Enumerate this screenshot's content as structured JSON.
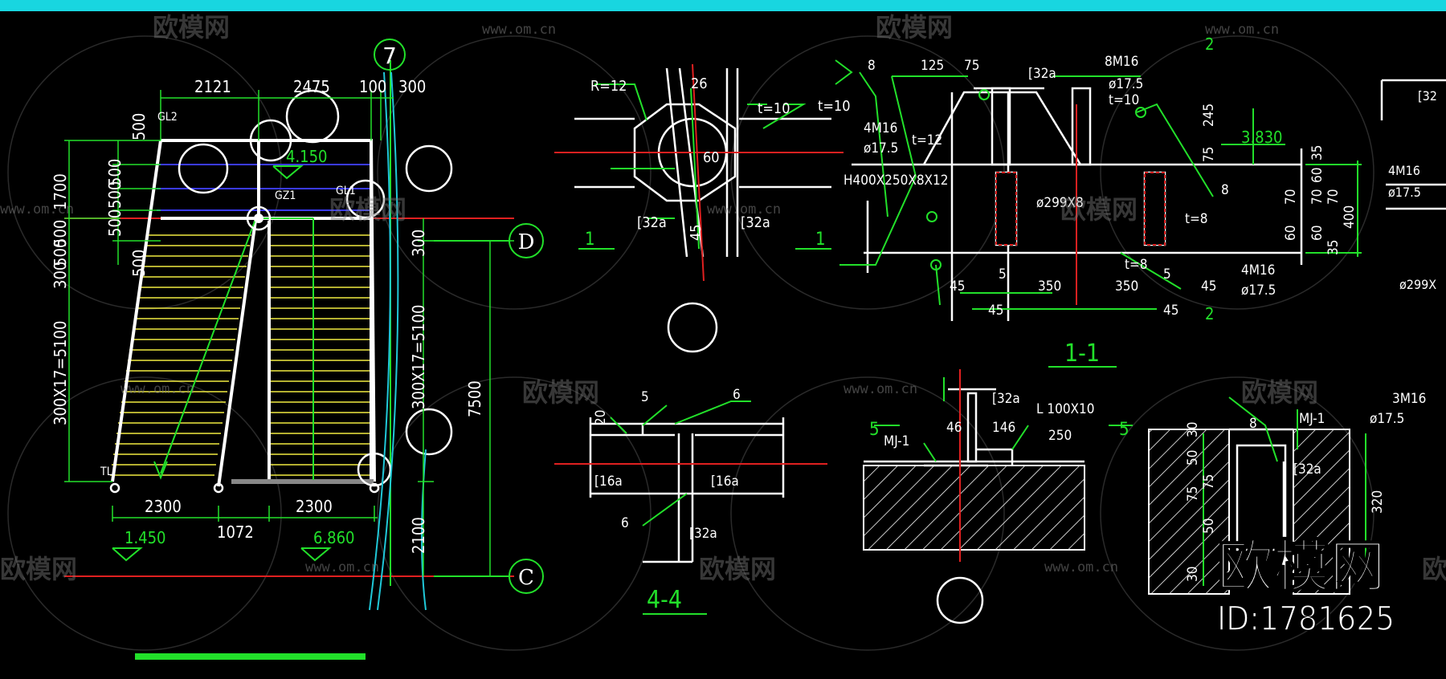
{
  "colors": {
    "background": "#000000",
    "top_bar": "#18d6e0",
    "green": "#22e02a",
    "white": "#ffffff",
    "yellow": "#f0ea40",
    "red": "#e02020",
    "blue": "#3a3aff",
    "cyan": "#20c8d8"
  },
  "watermark": {
    "brand": "欧模网",
    "url": "www.om.cn",
    "big_brand": "欧模网",
    "id_text": "ID:1781625"
  },
  "stair_plan": {
    "axis_7": "7",
    "axis_D": "D",
    "axis_C": "C",
    "top_dims": [
      "2121",
      "2475",
      "100",
      "300"
    ],
    "left_dims": [
      "1700",
      "500",
      "500",
      "500",
      "500",
      "500",
      "300",
      "500",
      "300X17=5100"
    ],
    "left_top_label": "500",
    "right_dims": [
      "300",
      "300X17=5100",
      "2100"
    ],
    "overall_dim": "7500",
    "bottom_dims": [
      "2300",
      "1072",
      "2300"
    ],
    "elev_top": "4.150",
    "elev_left": "1.450",
    "elev_right": "6.860",
    "tags": [
      "GL2",
      "GZ1",
      "GL1",
      "TL"
    ]
  },
  "detail_1": {
    "radius": "R=12",
    "dim_26": "26",
    "thick_a": "t=10",
    "thick_b": "t=10",
    "dim_60": "60",
    "channel_a": "[32a",
    "channel_b": "[32a",
    "dim_45": "45",
    "cut_a": "1",
    "cut_b": "1"
  },
  "detail_1_1": {
    "weld_8": "8",
    "dim_125": "125",
    "dim_75": "75",
    "channel": "[32a",
    "bolts_top": "8M16",
    "hole_top": "ø17.5",
    "t10": "t=10",
    "dim_245": "245",
    "dim_75b": "75",
    "elev": "3.830",
    "bolts_left": "4M16",
    "hole_left": "ø17.5",
    "t12": "t=12",
    "beam": "H400X250X8X12",
    "pipe": "ø299X8",
    "weld_8b": "8",
    "t8a": "t=8",
    "t8b": "t=8",
    "right_dims": [
      "35",
      "60",
      "70",
      "70",
      "60",
      "35"
    ],
    "dim_400": "400",
    "dim_70": "70",
    "dim_60": "60",
    "bottom_dims": [
      "45",
      "5",
      "350",
      "350",
      "5",
      "45"
    ],
    "bottom_dims2": [
      "45",
      "45"
    ],
    "bolts_br": "4M16",
    "hole_br": "ø17.5",
    "section_no": "2",
    "section_no2": "2",
    "title": "1-1"
  },
  "detail_edge": {
    "channel": "[32",
    "bolts": "4M16",
    "hole": "ø17.5",
    "pipe": "ø299X"
  },
  "detail_4_4": {
    "weld_5": "5",
    "weld_6a": "6",
    "dim_20": "20",
    "channel_l": "[16a",
    "channel_r": "[16a",
    "weld_6b": "6",
    "channel_v": "[32a",
    "title": "4-4"
  },
  "detail_5": {
    "channel": "[32a",
    "angle": "L 100X10",
    "dim_46": "46",
    "dim_146": "146",
    "dim_250": "250",
    "plate": "MJ-1",
    "cut_a": "5",
    "cut_b": "5"
  },
  "detail_6": {
    "weld_8": "8",
    "plate": "MJ-1",
    "bolts": "3M16",
    "hole": "ø17.5",
    "channel": "[32a",
    "left_dims": [
      "30",
      "50",
      "75",
      "75",
      "50",
      "30"
    ],
    "dim_320": "320"
  }
}
